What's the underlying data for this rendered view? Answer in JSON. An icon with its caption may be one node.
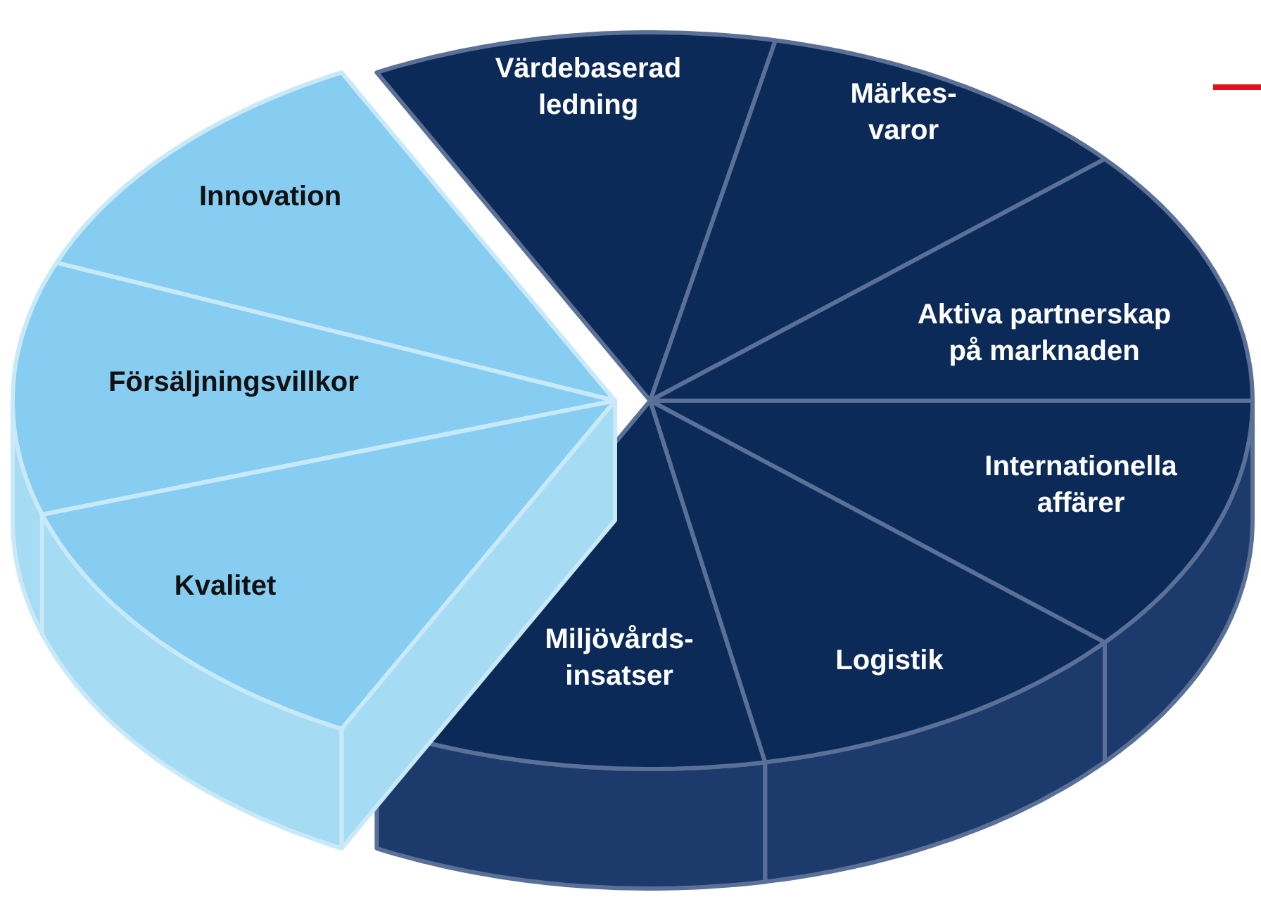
{
  "diagram": {
    "nodes": [
      {
        "text": [
          "Värdebaserad ledning"
        ]
      },
      {
        "text": [
          "Märkes- varor"
        ]
      },
      {
        "text": [
          "Innovation"
        ]
      },
      {
        "text": [
          "Aktiva partnerskap på marknaden"
        ]
      },
      {
        "text": [
          "Försäljningsvillkor"
        ]
      },
      {
        "text": [
          "Internationella affärer"
        ]
      },
      {
        "text": [
          "Kvalitet"
        ]
      },
      {
        "text": [
          "Miljövårds- insatser"
        ]
      },
      {
        "text": [
          "Logistik"
        ]
      }
    ]
  }
}
